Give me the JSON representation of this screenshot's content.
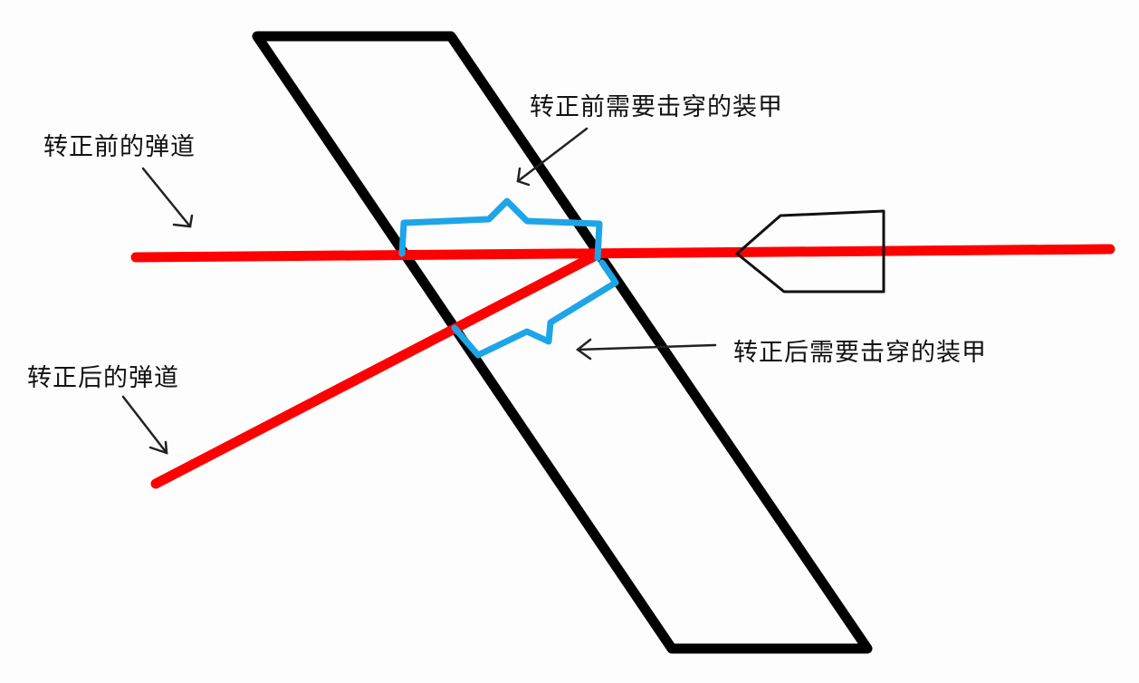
{
  "labels": {
    "before_trajectory": "转正前的弹道",
    "after_trajectory": "转正后的弹道",
    "before_armor": "转正前需要击穿的装甲",
    "after_armor": "转正后需要击穿的装甲"
  },
  "colors": {
    "background": "#fdfdfd",
    "trajectory": "#ff0000",
    "armor_plate": "#000000",
    "armor_thickness": "#1ea5e8",
    "shell": "#111111",
    "text": "#111111"
  }
}
